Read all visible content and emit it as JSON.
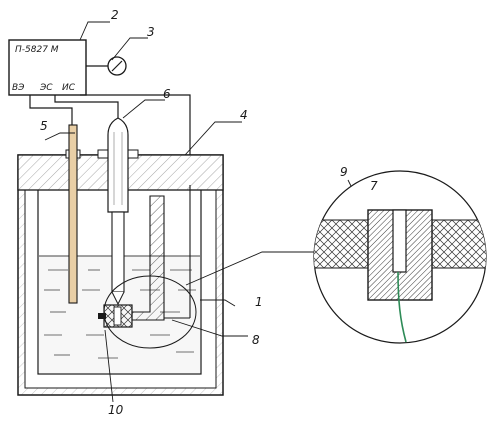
{
  "device": {
    "model": "П-5827 М",
    "terminal_1": "ВЭ",
    "terminal_2": "ЭС",
    "terminal_3": "ИС"
  },
  "labels": {
    "l1": "1",
    "l2": "2",
    "l3": "3",
    "l4": "4",
    "l5": "5",
    "l6": "6",
    "l7": "7",
    "l8": "8",
    "l9": "9",
    "l10": "10"
  },
  "colors": {
    "line": "#1a1a1a",
    "fiber": "#2e8b57",
    "rod": "#e9cfa6",
    "insulation": "#e8e8e8"
  }
}
